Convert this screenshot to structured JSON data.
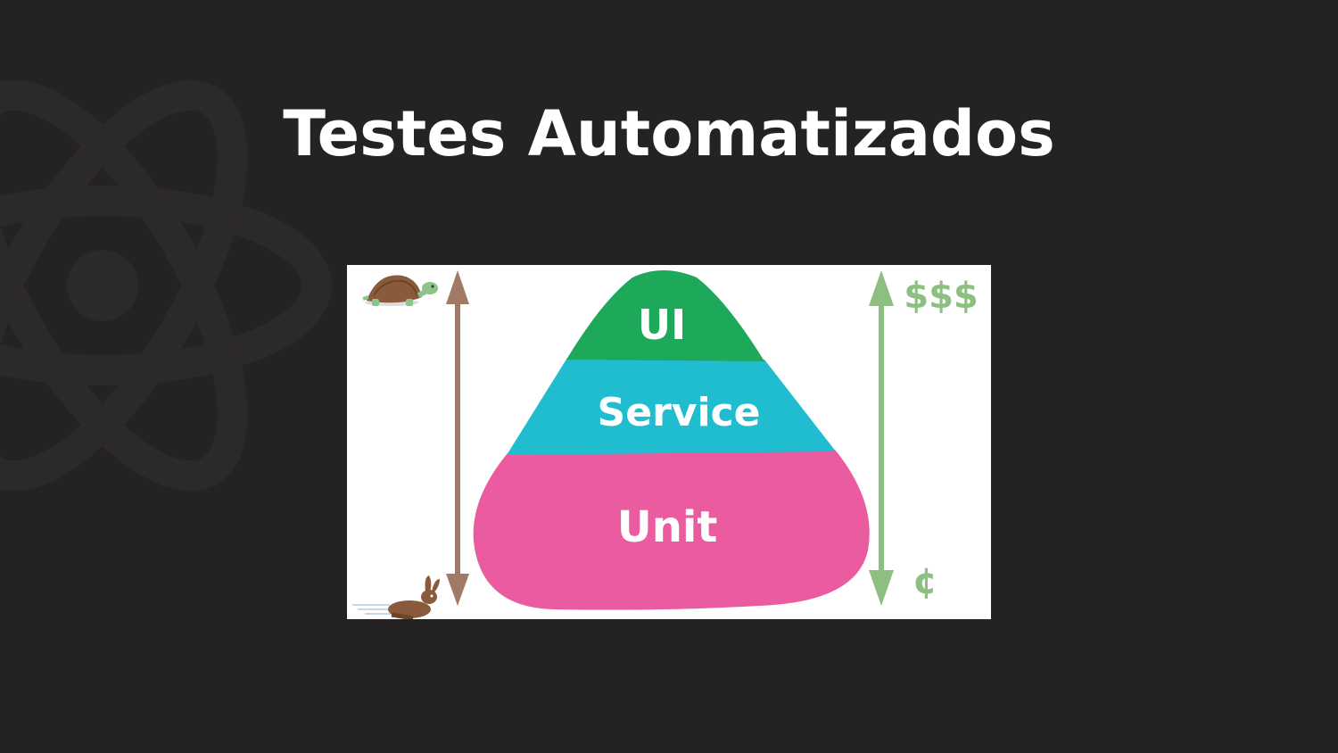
{
  "slide": {
    "title": "Testes Automatizados"
  },
  "pyramid": {
    "layers": [
      {
        "label": "UI",
        "color": "#1ea85a"
      },
      {
        "label": "Service",
        "color": "#20bcd0"
      },
      {
        "label": "Unit",
        "color": "#ea5c9f"
      }
    ]
  },
  "speed_axis": {
    "top_icon": "turtle-icon",
    "bottom_icon": "rabbit-icon",
    "color": "#a07a66"
  },
  "cost_axis": {
    "high_label": "$$$",
    "low_label": "¢",
    "color": "#8cbf80"
  },
  "colors": {
    "background": "#252223",
    "title": "#ffffff"
  }
}
